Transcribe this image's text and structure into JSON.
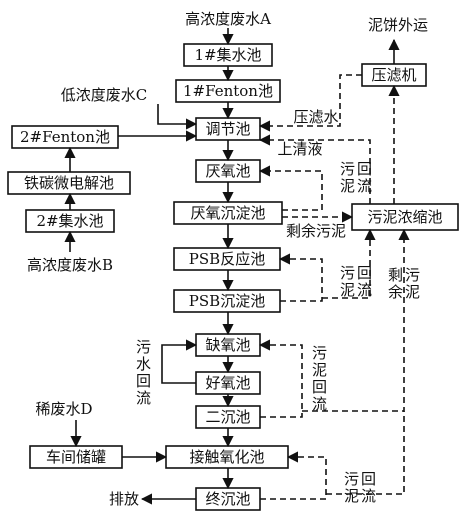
{
  "nodes": {
    "tank1": "1#集水池",
    "fenton1": "1#Fenton池",
    "regulating": "调节池",
    "anaerobic": "厌氧池",
    "anaerobic_settling": "厌氧沉淀池",
    "psb_reactor": "PSB反应池",
    "psb_settling": "PSB沉淀池",
    "anoxic": "缺氧池",
    "aerobic": "好氧池",
    "secondary_settling": "二沉池",
    "contact_oxidation": "接触氧化池",
    "final_settling": "终沉池",
    "sludge_thickener": "污泥浓缩池",
    "filter_press": "压滤机",
    "fenton2": "2#Fenton池",
    "fe_c": "铁碳微电解池",
    "tank2": "2#集水池",
    "workshop_tank": "车间储罐"
  },
  "labels": {
    "high_a": "高浓度废水A",
    "low_c": "低浓度废水C",
    "high_b": "高浓度废水B",
    "dilute_d": "稀废水D",
    "cake_out": "泥饼外运",
    "press_water": "压滤水",
    "supernatant": "上清液",
    "sludge_return1": "污泥回流",
    "excess_sludge1": "剩余污泥",
    "sludge_return2": "污泥回流",
    "excess_sludge2": "剩余污泥",
    "sewage_return": "污水回流",
    "sludge_return3": "污泥回流",
    "sludge_return4": "污泥回流",
    "discharge": "排放"
  }
}
